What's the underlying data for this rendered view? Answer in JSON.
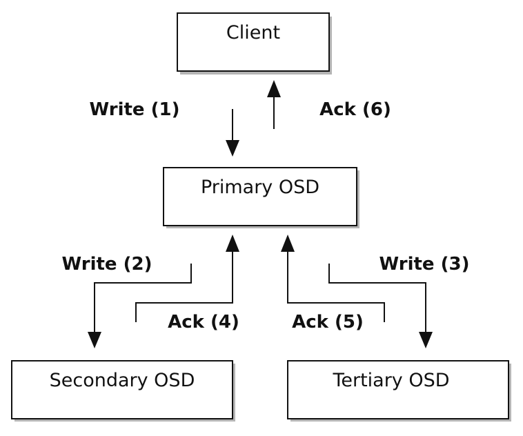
{
  "nodes": {
    "client": "Client",
    "primary": "Primary OSD",
    "secondary": "Secondary OSD",
    "tertiary": "Tertiary OSD"
  },
  "edges": {
    "write1": "Write (1)",
    "ack6": "Ack (6)",
    "write2": "Write (2)",
    "write3": "Write (3)",
    "ack4": "Ack (4)",
    "ack5": "Ack (5)"
  }
}
